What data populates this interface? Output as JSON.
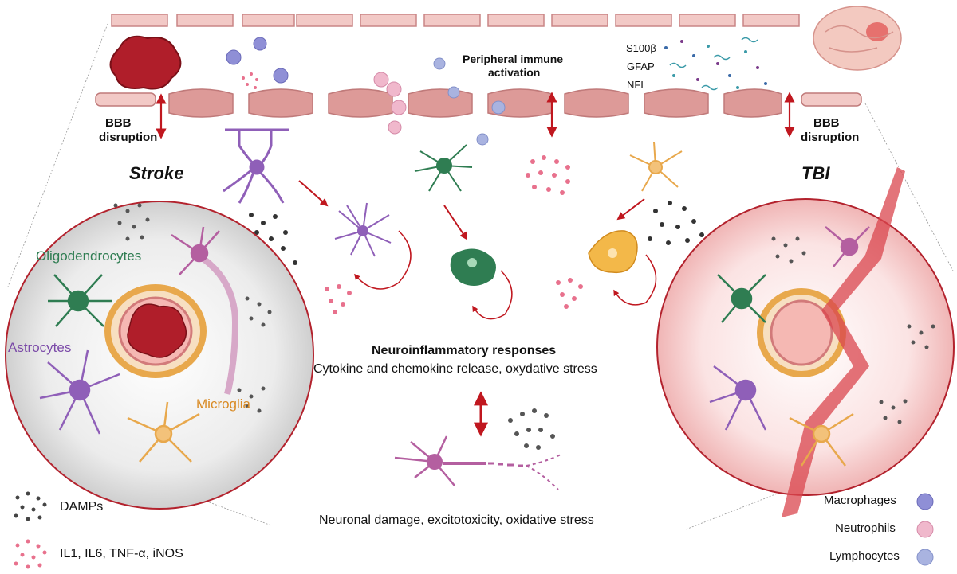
{
  "labels": {
    "bbb_left_1": "BBB",
    "bbb_left_2": "disruption",
    "bbb_right_1": "BBB",
    "bbb_right_2": "disruption",
    "peripheral_1": "Peripheral immune",
    "peripheral_2": "activation",
    "s100b": "S100β",
    "gfap": "GFAP",
    "nfl": "NFL",
    "stroke": "Stroke",
    "tbi": "TBI",
    "oligodendrocytes": "Oligodendrocytes",
    "astrocytes": "Astrocytes",
    "microglia": "Microglia",
    "neuroinflammatory_title": "Neuroinflammatory responses",
    "neuroinflammatory_sub": "Cytokine and chemokine release, oxydative stress",
    "neuronal_damage": "Neuronal damage, excitotoxicity, oxidative stress"
  },
  "legend_left": {
    "damps": "DAMPs",
    "cytokines": "IL1, IL6, TNF-α, iNOS"
  },
  "legend_right": {
    "macrophages": "Macrophages",
    "neutrophils": "Neutrophils",
    "lymphocytes": "Lymphocytes"
  },
  "colors": {
    "endothelium": "#f2c9c6",
    "endothelium_dark": "#d98b8a",
    "astrocyte": "#8f5fb8",
    "oligodendrocyte": "#2f7d52",
    "microglia": "#e8a84c",
    "neuron": "#b45fa0",
    "blood_red": "#b01e2a",
    "arrow": "#c0171f",
    "damps": "#333333",
    "cytokine": "#e8718d",
    "lymphocyte": "#a9b3e0"
  }
}
